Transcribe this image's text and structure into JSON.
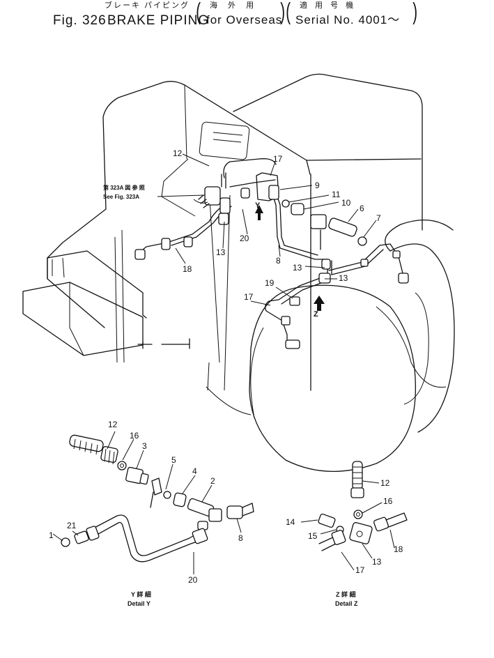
{
  "header": {
    "figure_label": "Fig. 326",
    "title_en": "BRAKE PIPING",
    "title_jp": "ブレーキ パイピング",
    "variant_jp": "海 外 用",
    "variant_en": "for Overseas",
    "serial_jp": "適 用 号 機",
    "serial_en": "Serial No. 4001～"
  },
  "main_view": {
    "reference_note_jp": "第 323A 図 参 照",
    "reference_note_en": "See Fig. 323A",
    "view_arrows": [
      "Y",
      "Z"
    ],
    "callouts": [
      "12",
      "17",
      "9",
      "11",
      "10",
      "6",
      "7",
      "20",
      "13",
      "18",
      "8",
      "13",
      "13",
      "19",
      "17"
    ]
  },
  "detail_y": {
    "caption_jp": "Y 詳 細",
    "caption_en": "Detail Y",
    "callouts": [
      "12",
      "16",
      "3",
      "5",
      "4",
      "2",
      "8",
      "21",
      "1",
      "20"
    ]
  },
  "detail_z": {
    "caption_jp": "Z 詳 細",
    "caption_en": "Detail Z",
    "callouts": [
      "12",
      "16",
      "14",
      "15",
      "13",
      "18",
      "17"
    ]
  }
}
